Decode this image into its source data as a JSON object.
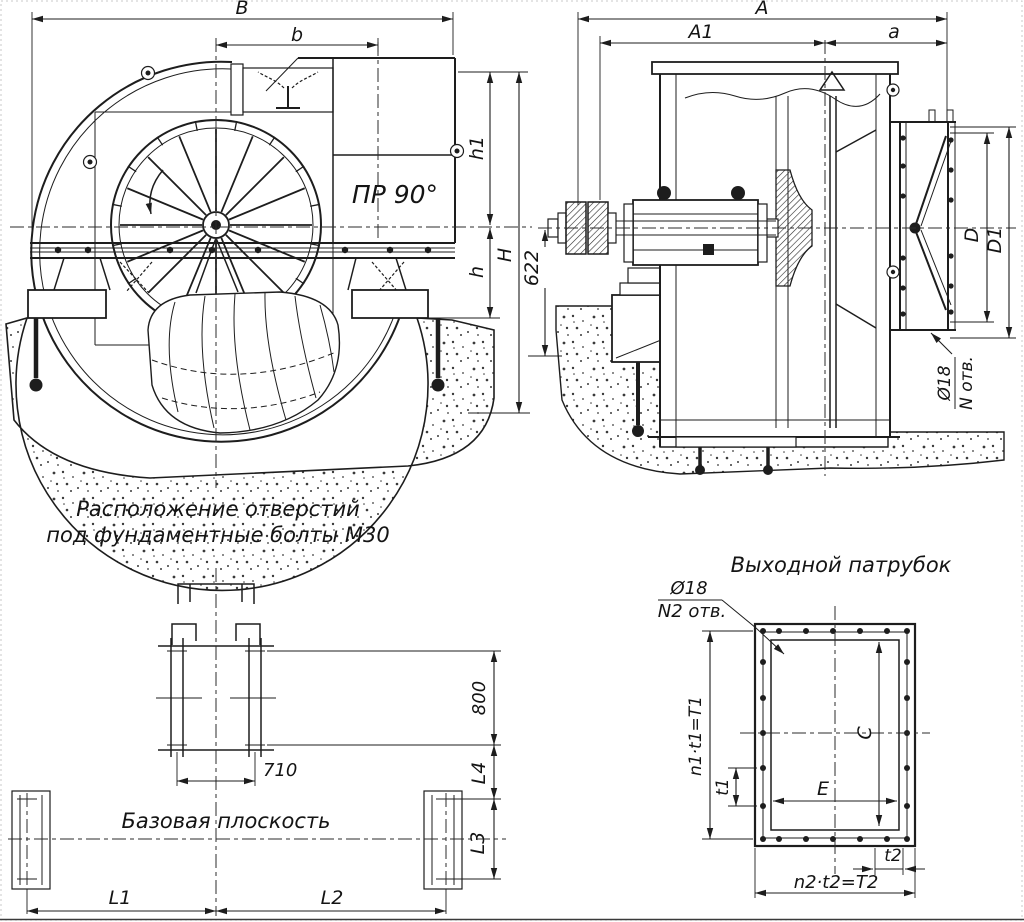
{
  "front": {
    "B": "B",
    "b": "b",
    "h1": "h1",
    "H": "H",
    "h": "h",
    "rotation": "ПР 90°"
  },
  "side": {
    "A": "A",
    "A1": "A1",
    "a": "a",
    "D": "D",
    "D1": "D1",
    "d622": "622",
    "hole_dia": "Ø18",
    "hole_count": "N отв."
  },
  "plan": {
    "title1": "Расположение отверстий",
    "title2": "под фундаментные болты М30",
    "d800": "800",
    "d710": "710",
    "L1": "L1",
    "L2": "L2",
    "L3": "L3",
    "L4": "L4",
    "base_plane": "Базовая плоскость"
  },
  "outlet": {
    "title": "Выходной патрубок",
    "hole_dia": "Ø18",
    "hole_count": "N2 отв.",
    "T1": "n1·t1=T1",
    "C": "C",
    "E": "E",
    "t1": "t1",
    "t2": "t2",
    "T2": "n2·t2=T2"
  },
  "colors": {
    "line": "#1d1d1d",
    "background": "#ffffff"
  }
}
